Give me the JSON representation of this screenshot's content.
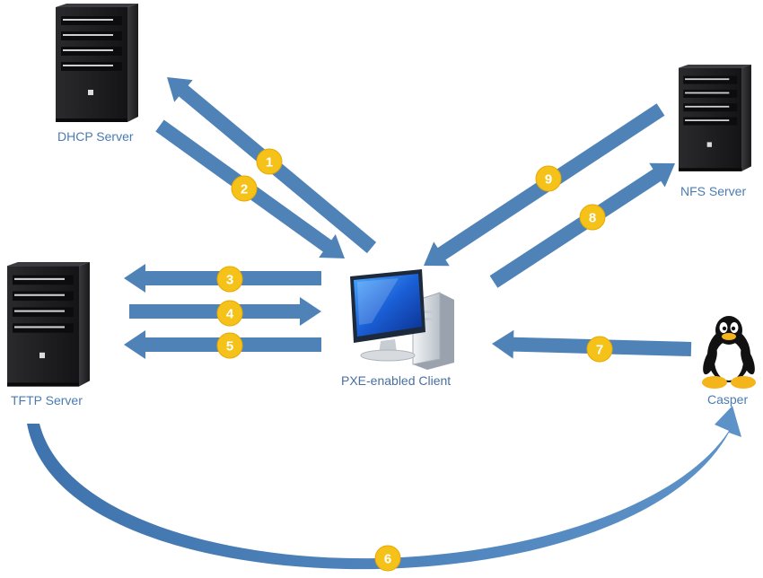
{
  "nodes": {
    "dhcp": {
      "label": "DHCP Server",
      "icon": "server-icon"
    },
    "nfs": {
      "label": "NFS Server",
      "icon": "server-icon"
    },
    "tftp": {
      "label": "TFTP Server",
      "icon": "server-icon"
    },
    "client": {
      "label": "PXE-enabled Client",
      "icon": "computer-icon"
    },
    "casper": {
      "label": "Casper",
      "icon": "tux-penguin-icon"
    }
  },
  "steps": [
    "1",
    "2",
    "3",
    "4",
    "5",
    "6",
    "7",
    "8",
    "9"
  ],
  "colors": {
    "arrow": "#4f83b8",
    "badge": "#f5c21a",
    "label": "#4a7bb3",
    "server_body": "#1e1e20"
  }
}
